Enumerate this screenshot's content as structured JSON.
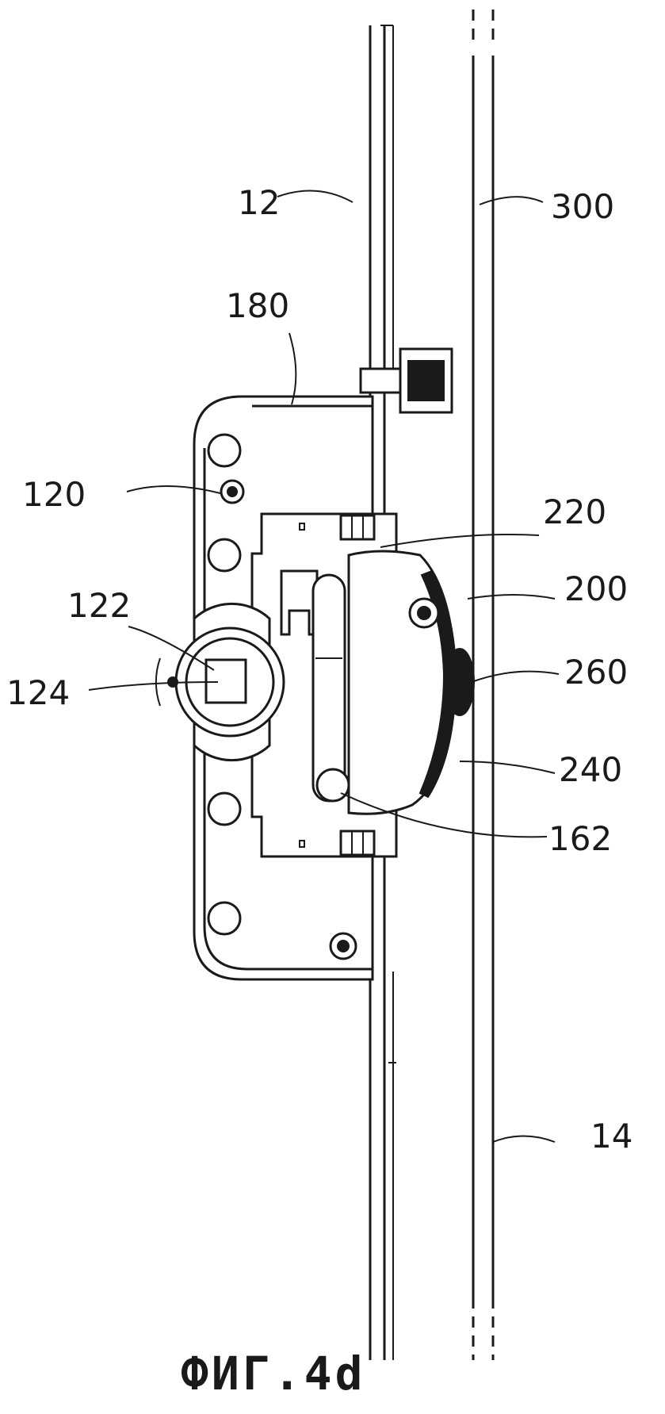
{
  "figure": {
    "caption": "ФИГ.4d",
    "labels": {
      "l12": "12",
      "l300": "300",
      "l180": "180",
      "l120": "120",
      "l220": "220",
      "l200": "200",
      "l122": "122",
      "l124": "124",
      "l260": "260",
      "l240": "240",
      "l162": "162",
      "l14": "14"
    }
  }
}
